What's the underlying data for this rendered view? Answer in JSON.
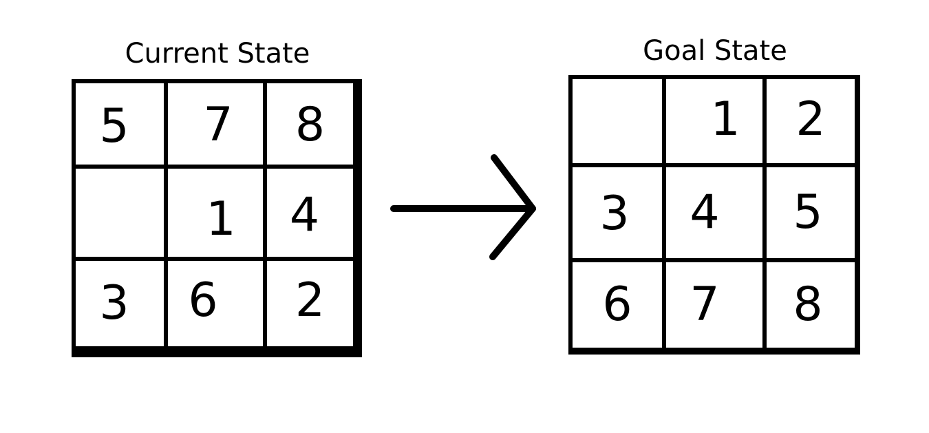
{
  "current_state": {
    "title": "Current State",
    "tiles": [
      "5",
      "7",
      "8",
      "",
      "1",
      "4",
      "3",
      "6",
      "2"
    ]
  },
  "goal_state": {
    "title": "Goal State",
    "tiles": [
      "",
      "1",
      "2",
      "3",
      "4",
      "5",
      "6",
      "7",
      "8"
    ]
  },
  "icons": {
    "transition": "arrow-right-icon"
  },
  "colors": {
    "foreground": "#000000",
    "background": "#ffffff"
  }
}
